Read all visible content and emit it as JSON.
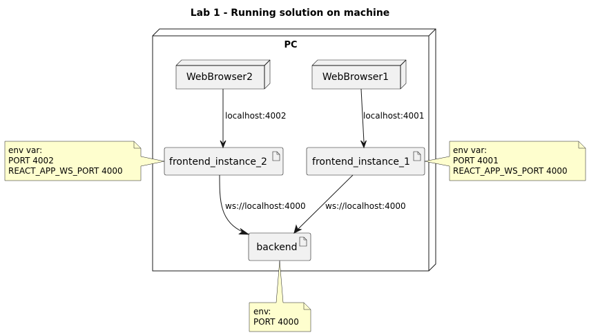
{
  "title": "Lab 1 - Running solution on machine",
  "node": {
    "label": "PC"
  },
  "boxes": {
    "web2": {
      "label": "WebBrowser2"
    },
    "web1": {
      "label": "WebBrowser1"
    },
    "fe2": {
      "label": "frontend_instance_2"
    },
    "fe1": {
      "label": "frontend_instance_1"
    },
    "backend": {
      "label": "backend"
    }
  },
  "edges": {
    "web2_fe2": "localhost:4002",
    "web1_fe1": "localhost:4001",
    "fe2_backend": "ws://localhost:4000",
    "fe1_backend": "ws://localhost:4000"
  },
  "notes": {
    "fe2": [
      "env var:",
      "PORT 4002",
      "REACT_APP_WS_PORT 4000"
    ],
    "fe1": [
      "env var:",
      "PORT 4001",
      "REACT_APP_WS_PORT 4000"
    ],
    "backend": [
      "env:",
      "PORT 4000"
    ]
  },
  "colors": {
    "box_fill": "#f1f1f1",
    "note_fill": "#fefece",
    "stroke": "#181818"
  }
}
